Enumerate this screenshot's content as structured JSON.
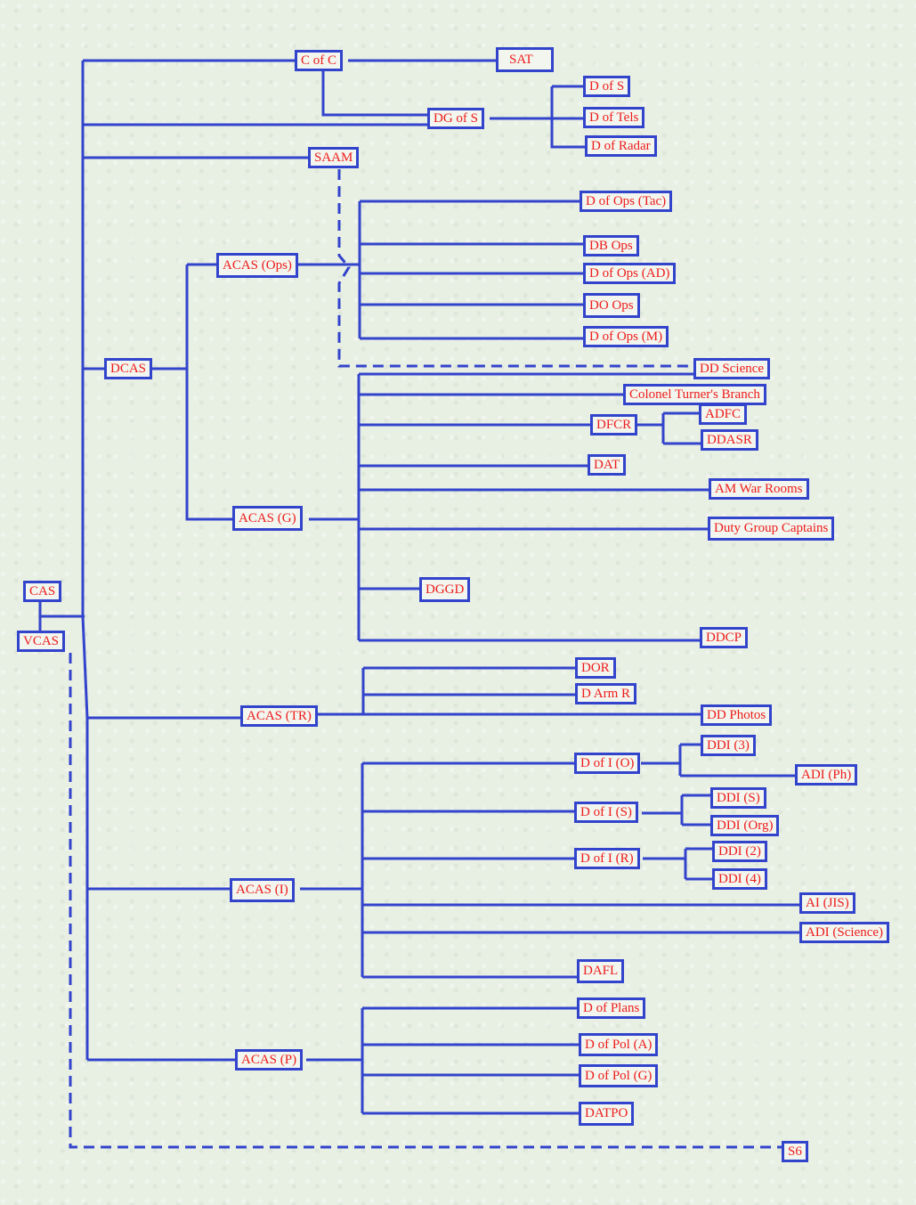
{
  "nodes": {
    "cas": "CAS",
    "vcas": "VCAS",
    "c_of_c": "C of C",
    "sat": "SAT",
    "dg_of_s": "DG of S",
    "d_of_s": "D of S",
    "d_of_tels": "D of Tels",
    "d_of_radar": "D of Radar",
    "saam": "SAAM",
    "dcas": "DCAS",
    "acas_ops": "ACAS (Ops)",
    "d_of_ops_tac": "D of Ops (Tac)",
    "db_ops": "DB Ops",
    "d_of_ops_ad": "D of Ops (AD)",
    "do_ops": "DO Ops",
    "d_of_ops_m": "D of Ops (M)",
    "dd_science": "DD Science",
    "colonel_turners_branch": "Colonel Turner's Branch",
    "dfcr": "DFCR",
    "adfc": "ADFC",
    "ddasr": "DDASR",
    "dat": "DAT",
    "am_war_rooms": "AM War Rooms",
    "acas_g": "ACAS (G)",
    "duty_group_captains": "Duty Group Captains",
    "dggd": "DGGD",
    "ddcp": "DDCP",
    "dor": "DOR",
    "d_arm_r": "D Arm R",
    "acas_tr": "ACAS (TR)",
    "dd_photos": "DD Photos",
    "ddi_3": "DDI (3)",
    "d_of_i_o": "D of I (O)",
    "adi_ph": "ADI (Ph)",
    "ddi_s": "DDI (S)",
    "d_of_i_s": "D of I  (S)",
    "ddi_org": "DDI (Org)",
    "ddi_2": "DDI (2)",
    "d_of_i_r": "D of I (R)",
    "ddi_4": "DDI (4)",
    "acas_i": "ACAS (I)",
    "ai_jis": "AI (JIS)",
    "adi_science": "ADI (Science)",
    "dafl": "DAFL",
    "d_of_plans": "D of Plans",
    "d_of_pol_a": "D of Pol (A)",
    "acas_p": "ACAS (P)",
    "d_of_pol_g": "D of Pol (G)",
    "datpo": "DATPO",
    "s6": "S6"
  }
}
